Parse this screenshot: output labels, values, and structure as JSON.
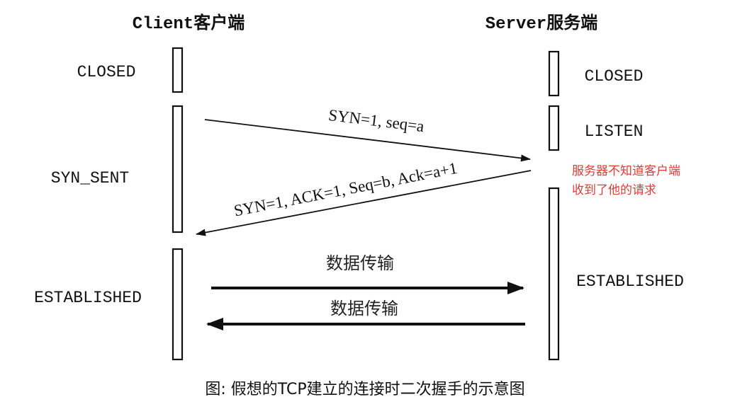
{
  "headers": {
    "client": "Client客户端",
    "server": "Server服务端"
  },
  "client_states": {
    "closed": "CLOSED",
    "syn_sent": "SYN_SENT",
    "established": "ESTABLISHED"
  },
  "server_states": {
    "closed": "CLOSED",
    "listen": "LISTEN",
    "established": "ESTABLISHED"
  },
  "messages": {
    "syn": "SYN=1, seq=a",
    "syn_ack": "SYN=1, ACK=1, Seq=b, Ack=a+1",
    "data_1": "数据传输",
    "data_2": "数据传输"
  },
  "note": {
    "line1": "服务器不知道客户端",
    "line2": "收到了他的请求",
    "color": "#e53935"
  },
  "caption": "图: 假想的TCP建立的连接时二次握手的示意图"
}
